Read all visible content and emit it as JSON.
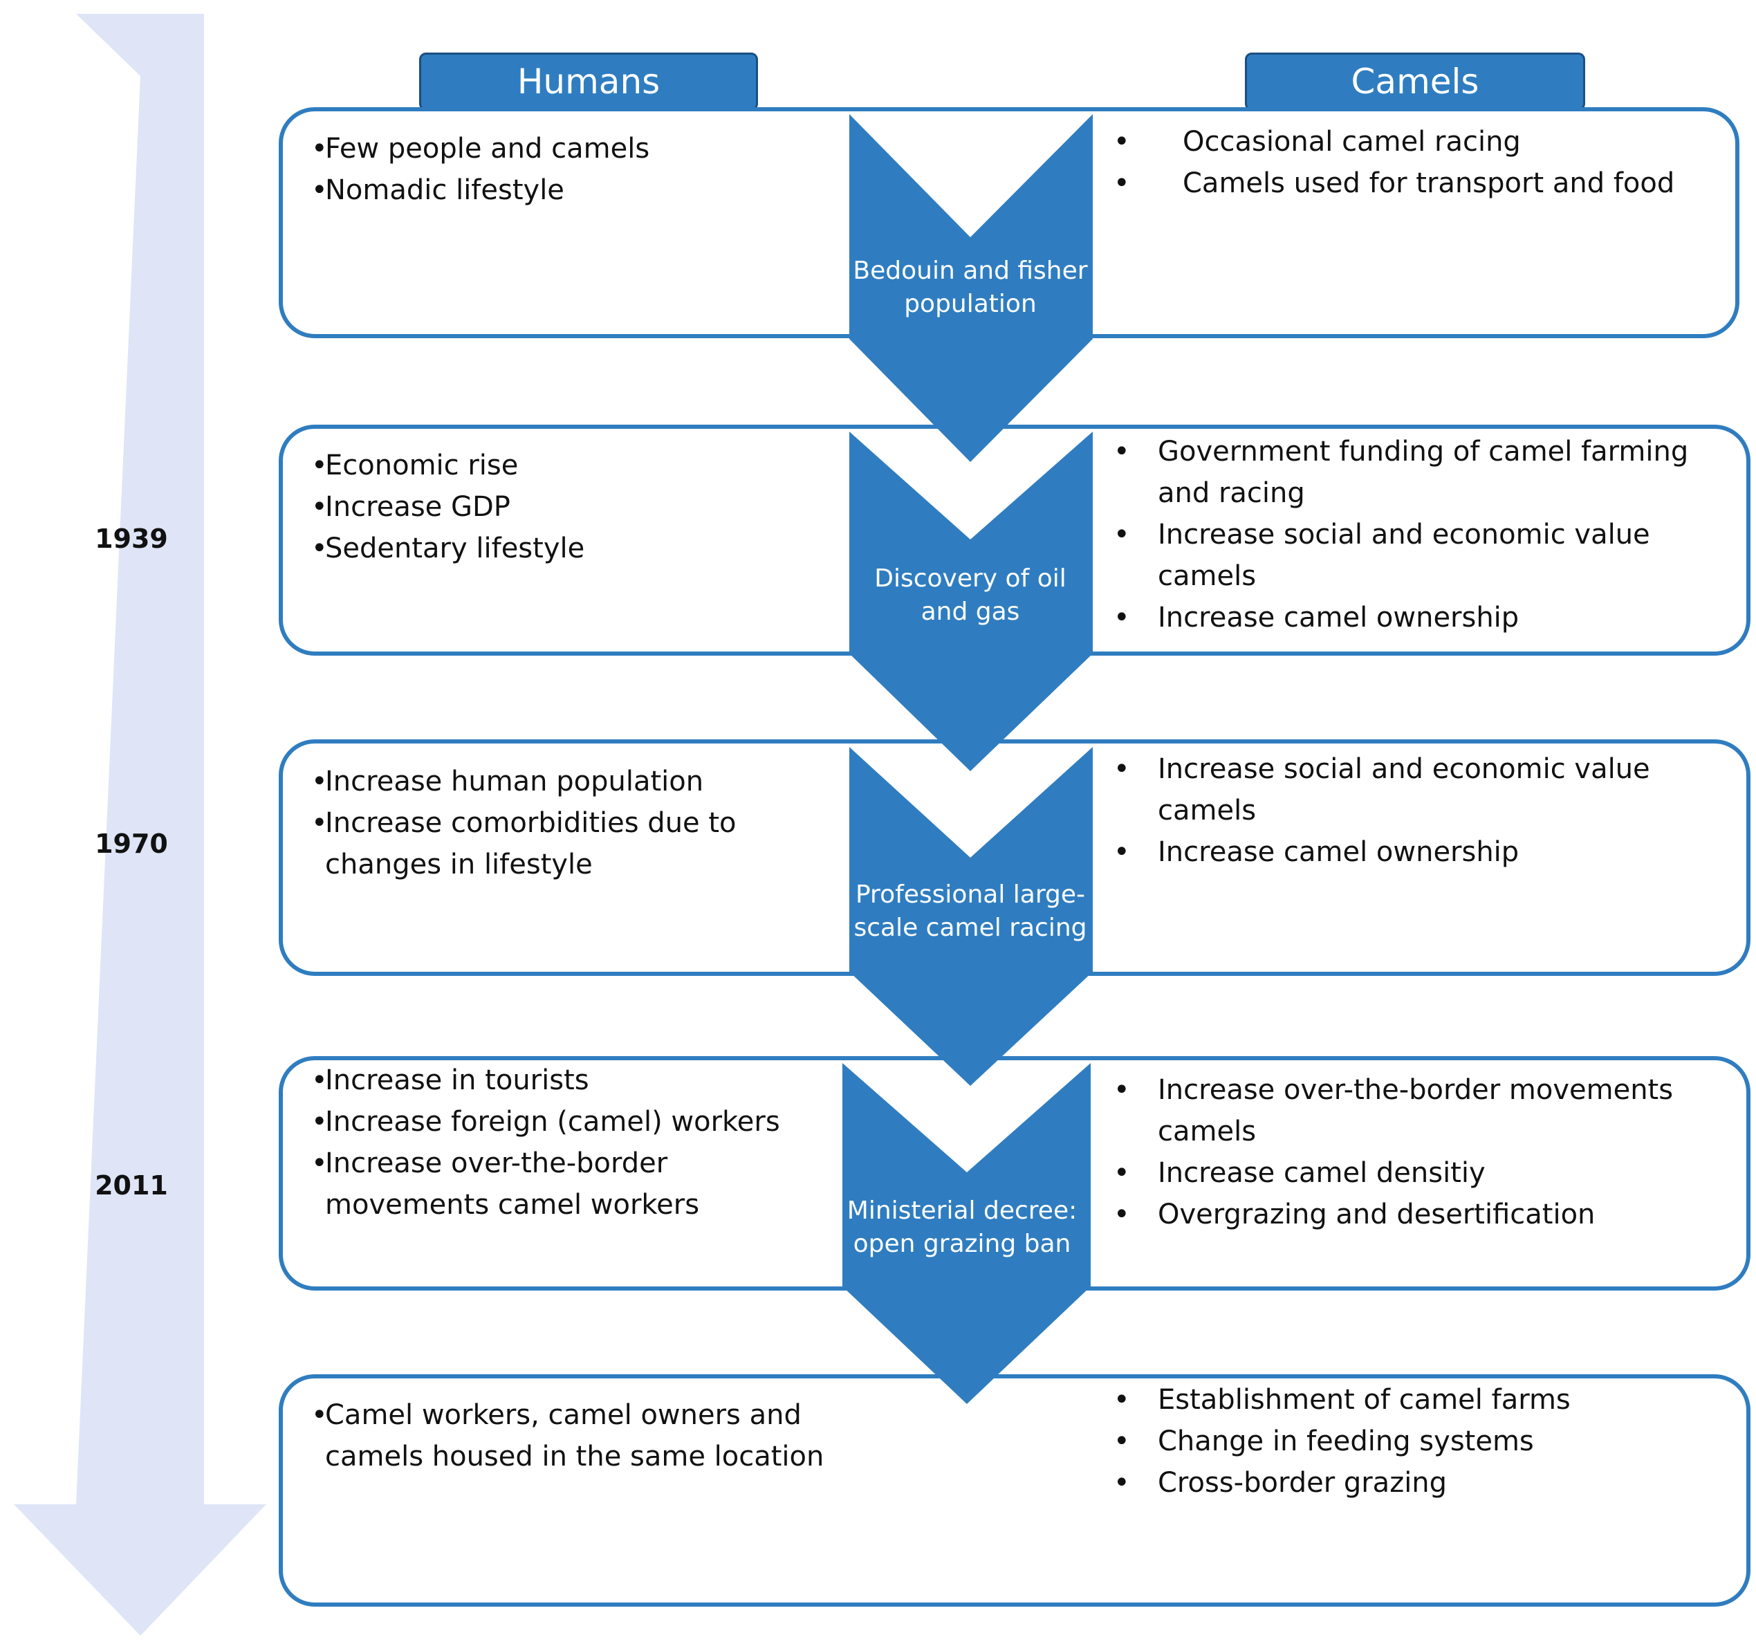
{
  "headers": {
    "humans": "Humans",
    "camels": "Camels"
  },
  "years": [
    "1939",
    "1970",
    "2011"
  ],
  "arrow_labels": [
    "Bedouin and fisher population",
    "Discovery of oil and gas",
    "Professional large-scale camel racing",
    "Ministerial decree: open grazing ban"
  ],
  "rows": [
    {
      "humans": [
        "Few people and camels",
        "Nomadic lifestyle"
      ],
      "camels": [
        "Occasional camel racing",
        "Camels used for transport and food"
      ]
    },
    {
      "humans": [
        "Economic rise",
        "Increase GDP",
        "Sedentary lifestyle"
      ],
      "camels": [
        "Government funding of camel farming and racing",
        "Increase social and economic value camels",
        "Increase camel ownership"
      ]
    },
    {
      "humans": [
        "Increase human population",
        "Increase comorbidities due to changes in lifestyle"
      ],
      "camels": [
        "Increase social and economic value camels",
        "Increase camel ownership"
      ]
    },
    {
      "humans": [
        "Increase in tourists",
        "Increase foreign (camel) workers",
        "Increase over-the-border movements camel workers"
      ],
      "camels": [
        "Increase over-the-border movements camels",
        "Increase camel densitiy",
        "Overgrazing and desertification"
      ]
    },
    {
      "humans": [
        "Camel workers, camel owners and camels housed in the same location"
      ],
      "camels": [
        "Establishment of camel farms",
        "Change in feeding systems",
        "Cross-border grazing"
      ]
    }
  ],
  "colors": {
    "accent": "#2f7dc0",
    "accent_dark": "#1a4f84",
    "timeline": "#dfe5f7"
  }
}
